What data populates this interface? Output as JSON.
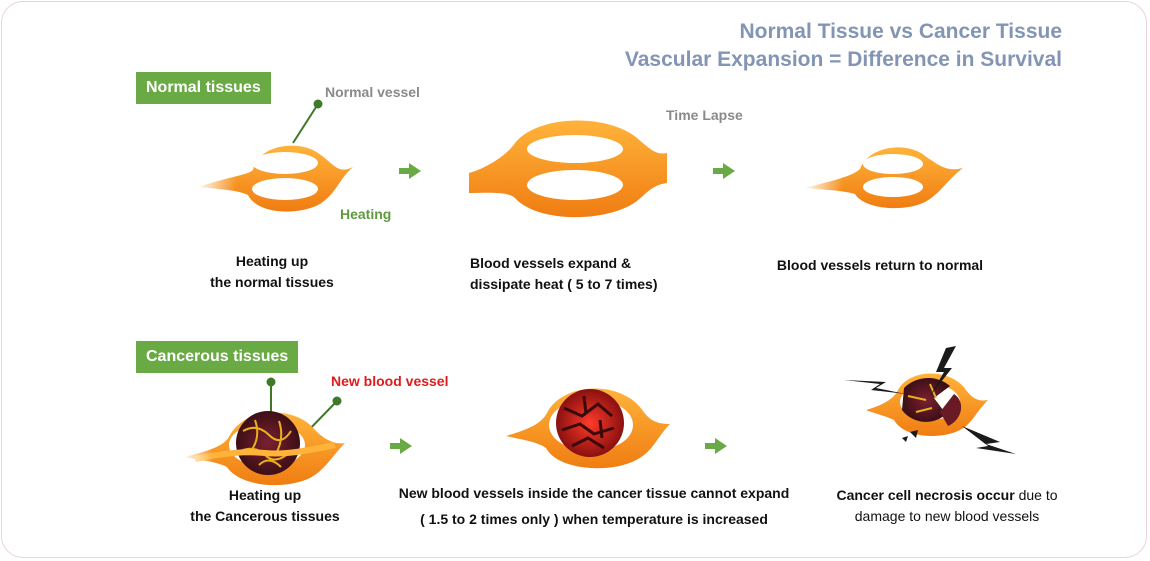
{
  "header": {
    "title_line1": "Normal Tissue vs Cancer Tissue",
    "title_line2": "Vascular Expansion = Difference in Survival"
  },
  "normal_row": {
    "tag": "Normal  tissues",
    "callout_vessel": "Normal vessel",
    "callout_heating": "Heating",
    "callout_time": "Time Lapse",
    "step1": [
      "Heating up",
      "the normal tissues"
    ],
    "step2": [
      "Blood vessels expand &",
      "dissipate heat ( 5 to 7 times)"
    ],
    "step3": "Blood vessels return to normal"
  },
  "cancer_row": {
    "tag": "Cancerous  tissues",
    "callout_new_vessel": "New blood vessel",
    "step1": [
      "Heating up",
      "the Cancerous tissues"
    ],
    "step2": [
      "New blood vessels inside the cancer tissue cannot expand",
      "( 1.5 to 2 times only ) when temperature is increased"
    ],
    "step3_bold": "Cancer cell necrosis occur",
    "step3_rest": " due to",
    "step3_line2": "damage to new blood vessels"
  },
  "colors": {
    "vessel_outer": "#f5a12a",
    "vessel_inner": "#ffcf6b",
    "arrow": "#6aaa45",
    "tumor": "#5a1620",
    "tumor_vein": "#e8b21c"
  },
  "icons": [
    "arrow-right-icon",
    "vessel-icon",
    "tumor-icon",
    "lightning-icon"
  ]
}
